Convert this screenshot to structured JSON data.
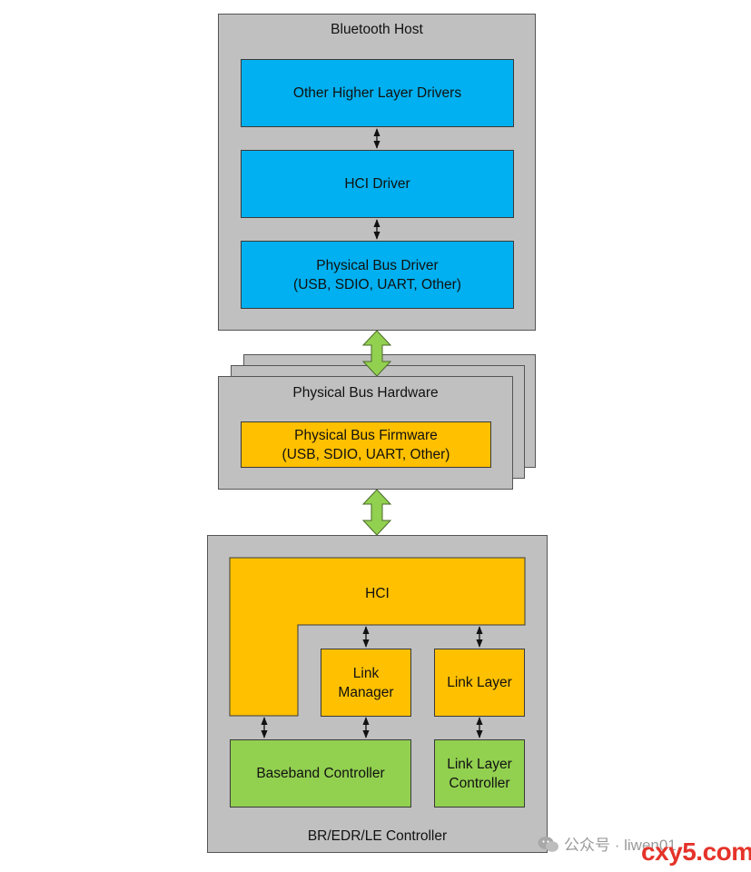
{
  "host": {
    "title": "Bluetooth Host",
    "other_drivers": "Other Higher Layer Drivers",
    "hci_driver": "HCI Driver",
    "bus_driver": "Physical Bus Driver\n(USB, SDIO, UART, Other)"
  },
  "bus": {
    "title": "Physical Bus Hardware",
    "firmware": "Physical Bus Firmware\n(USB, SDIO, UART, Other)"
  },
  "controller": {
    "title": "BR/EDR/LE Controller",
    "hci": "HCI",
    "link_manager": "Link\nManager",
    "link_layer": "Link Layer",
    "baseband": "Baseband Controller",
    "link_layer_controller": "Link Layer\nController"
  },
  "watermark": {
    "wechat": "公众号 · liwen01",
    "site": "cxy5.com"
  },
  "colors": {
    "host_blocks": "#00b0f0",
    "firmware_hci": "#ffc000",
    "baseband": "#92d050",
    "container": "#c0c0c0",
    "bus_arrow": "#92d050"
  }
}
